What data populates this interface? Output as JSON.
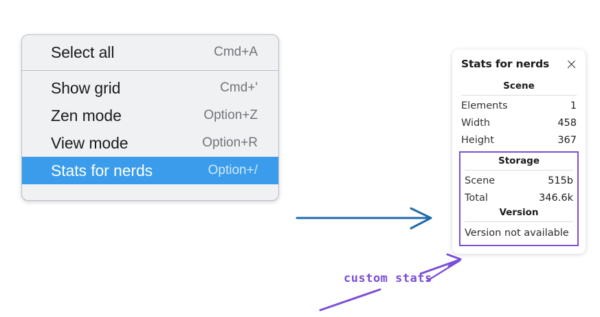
{
  "context_menu": {
    "groups": [
      {
        "items": [
          {
            "label": "Select all",
            "shortcut": "Cmd+A",
            "selected": false
          }
        ]
      },
      {
        "items": [
          {
            "label": "Show grid",
            "shortcut": "Cmd+'",
            "selected": false
          },
          {
            "label": "Zen mode",
            "shortcut": "Option+Z",
            "selected": false
          },
          {
            "label": "View mode",
            "shortcut": "Option+R",
            "selected": false
          },
          {
            "label": "Stats for nerds",
            "shortcut": "Option+/",
            "selected": true
          }
        ]
      }
    ],
    "selected_background": "#3a9ceb"
  },
  "stats_panel": {
    "title": "Stats for nerds",
    "close_icon": "close-icon",
    "scene": {
      "heading": "Scene",
      "rows": [
        {
          "key": "Elements",
          "value": "1"
        },
        {
          "key": "Width",
          "value": "458"
        },
        {
          "key": "Height",
          "value": "367"
        }
      ]
    },
    "storage": {
      "heading": "Storage",
      "rows": [
        {
          "key": "Scene",
          "value": "515b"
        },
        {
          "key": "Total",
          "value": "346.6k"
        }
      ]
    },
    "version": {
      "heading": "Version",
      "text": "Version not available"
    },
    "highlight_color": "#7a4ed6"
  },
  "annotations": {
    "label": "custom stats",
    "label_color": "#7a4ed6",
    "arrow_color": "#1f6bad"
  }
}
